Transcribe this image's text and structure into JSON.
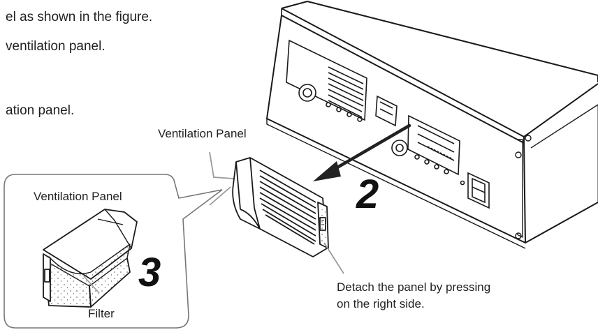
{
  "instructions": {
    "line1": "el as shown in the figure.",
    "line2": "ventilation panel.",
    "line3": "ation panel."
  },
  "labels": {
    "panel_top": "Ventilation Panel",
    "panel_callout": "Ventilation Panel",
    "filter": "Filter",
    "detach_line1": "Detach the panel by pressing",
    "detach_line2": "on the right side."
  },
  "steps": {
    "step2": "2",
    "step3": "3"
  },
  "colors": {
    "ink": "#1a1a1a",
    "leader": "#9a9a9a",
    "arrow": "#222222"
  }
}
